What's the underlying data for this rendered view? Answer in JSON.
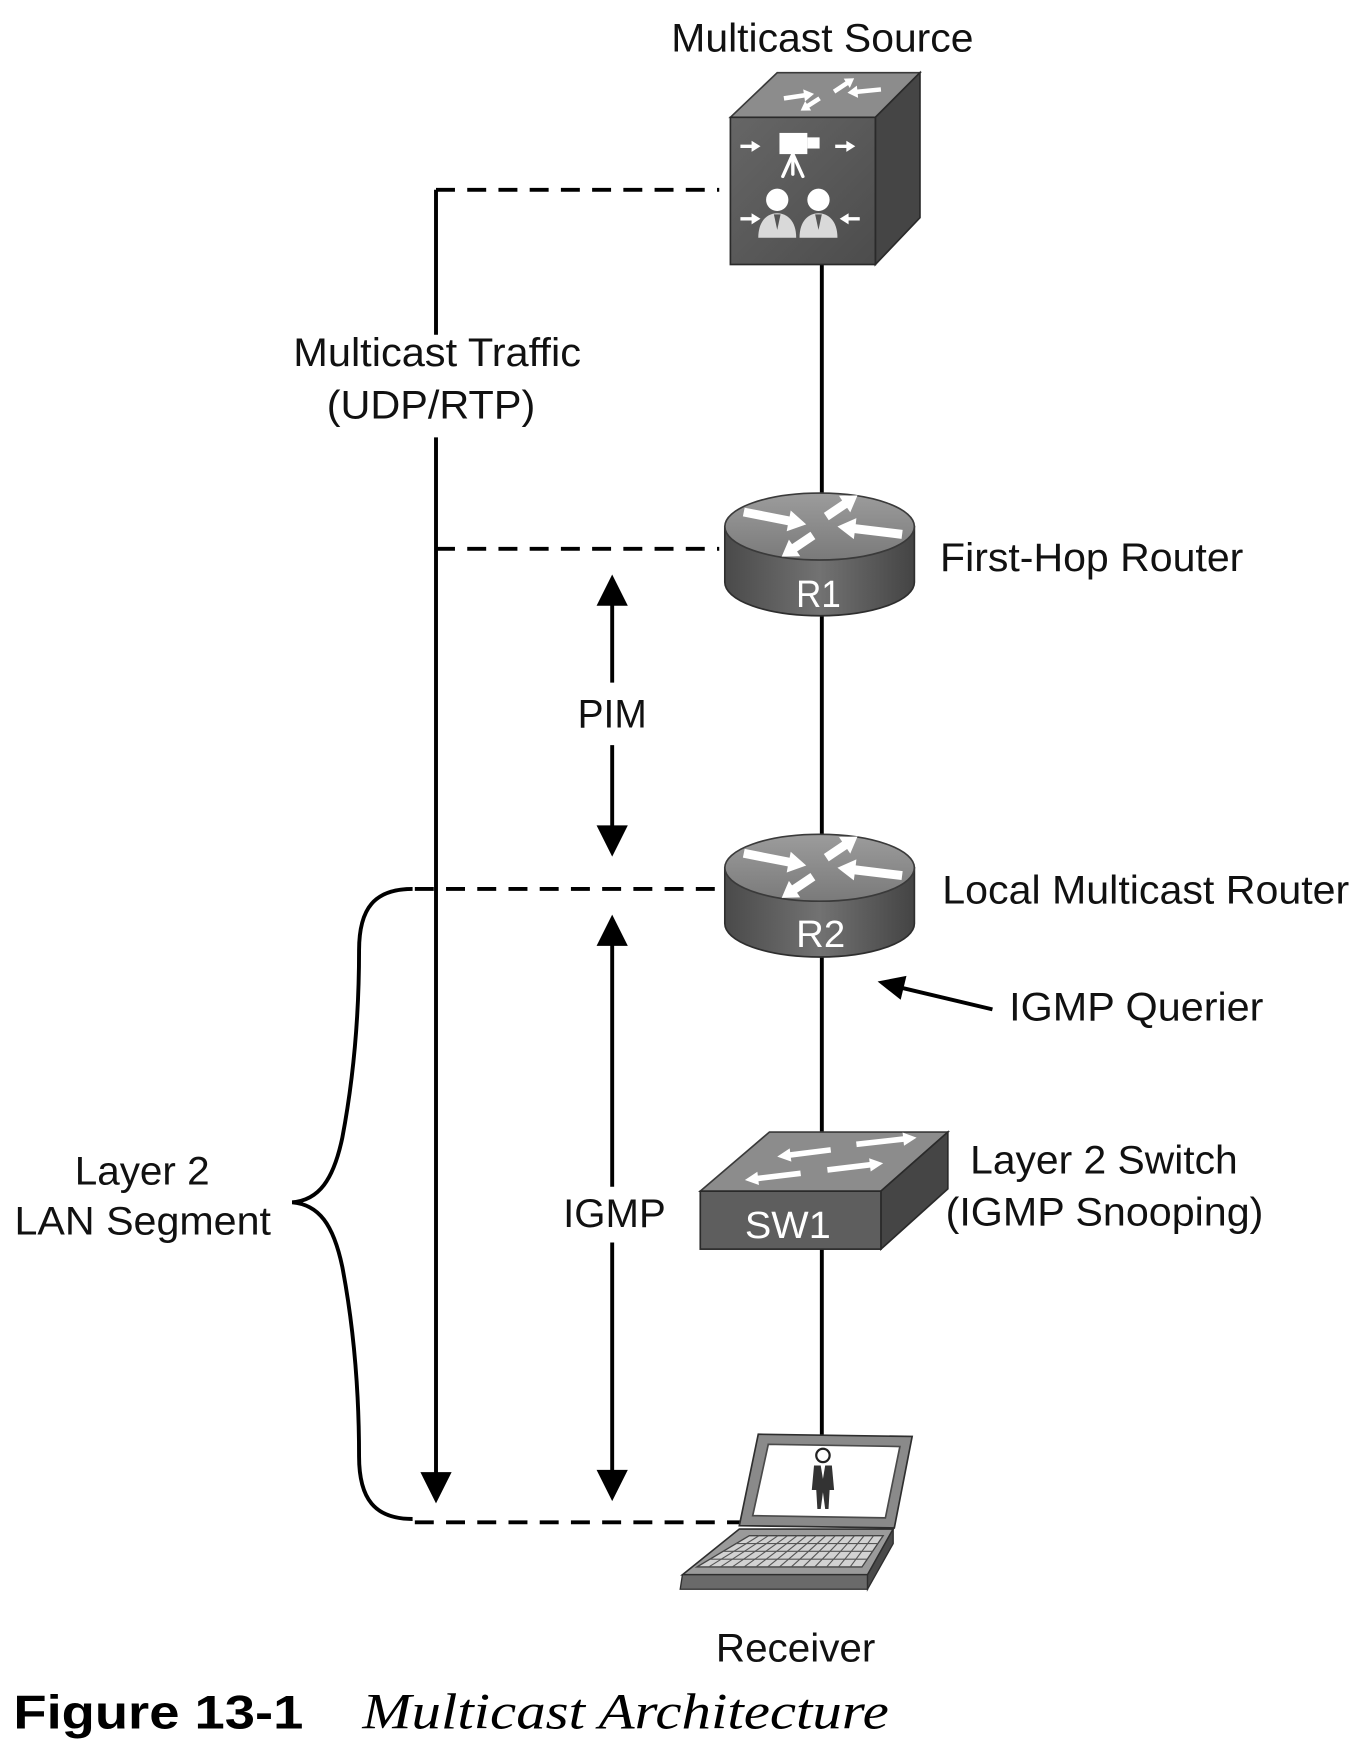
{
  "figure": {
    "number": "Figure 13-1",
    "title": "Multicast Architecture"
  },
  "source": {
    "label": "Multicast Source",
    "icon": "video-conference-server-icon"
  },
  "traffic": {
    "label_line1": "Multicast Traffic",
    "label_line2": "(UDP/RTP)"
  },
  "r1": {
    "name": "R1",
    "role": "First-Hop Router",
    "icon": "router-icon"
  },
  "pim": {
    "label": "PIM"
  },
  "r2": {
    "name": "R2",
    "role": "Local Multicast Router",
    "icon": "router-icon"
  },
  "querier": {
    "label": "IGMP Querier"
  },
  "sw1": {
    "name": "SW1",
    "role_line1": "Layer 2 Switch",
    "role_line2": "(IGMP Snooping)",
    "icon": "switch-icon"
  },
  "igmp": {
    "label": "IGMP"
  },
  "segment": {
    "label_line1": "Layer 2",
    "label_line2": "LAN Segment"
  },
  "receiver": {
    "label": "Receiver",
    "icon": "laptop-icon"
  },
  "colors": {
    "ink": "#000000",
    "background": "#ffffff",
    "device_top": "#8c8c8c",
    "device_body": "#5e5e5e",
    "device_side": "#454545",
    "device_label": "#ffffff"
  }
}
